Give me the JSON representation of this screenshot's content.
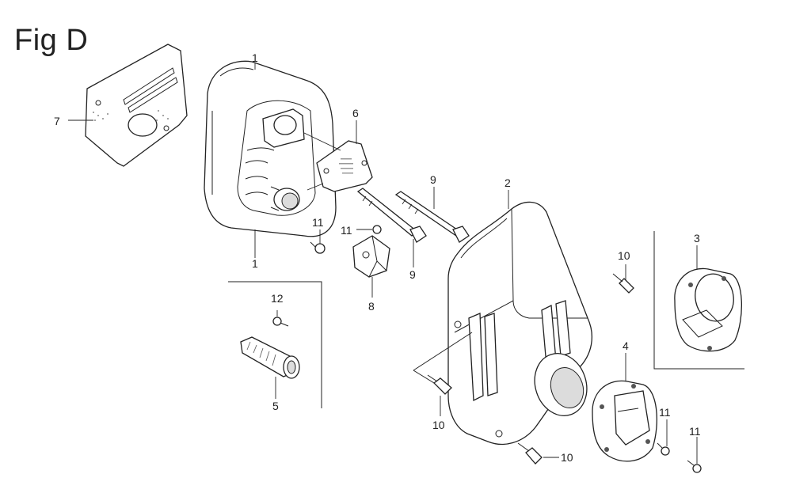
{
  "figure": {
    "title": "Fig D"
  },
  "callouts": {
    "c1": "1",
    "c2": "2",
    "c3": "3",
    "c4": "4",
    "c5": "5",
    "c6": "6",
    "c7": "7",
    "c8": "8",
    "c9a": "9",
    "c9b": "9",
    "c10a": "10",
    "c10b": "10",
    "c10c": "10",
    "c11a": "11",
    "c11b": "11",
    "c11c": "11",
    "c11d": "11",
    "c12": "12"
  }
}
